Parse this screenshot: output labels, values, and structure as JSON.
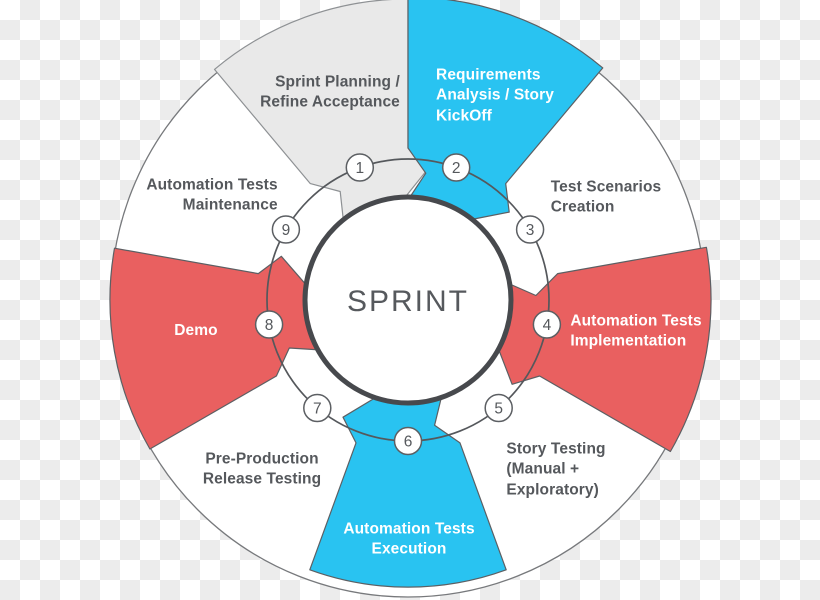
{
  "diagram": {
    "title": "Sprint testing cycle wheel",
    "center_label": "SPRINT",
    "colors": {
      "cyan": "#29c3f1",
      "red": "#e96060",
      "light_gray": "#e9e9e9",
      "white": "#ffffff",
      "line_dark": "#55585c",
      "outer_ring_line": "#77797c",
      "label_dark": "#55585c",
      "checker_gray": "#ececec"
    },
    "steps": [
      {
        "number": "1",
        "label": "Sprint Planning /\nRefine Acceptance",
        "segment_color": "#e9e9e9",
        "label_color": "#55585c"
      },
      {
        "number": "2",
        "label": "Requirements\nAnalysis / Story\nKickOff",
        "segment_color": "#29c3f1",
        "label_color": "#ffffff"
      },
      {
        "number": "3",
        "label": "Test Scenarios\nCreation",
        "segment_color": "#ffffff",
        "label_color": "#55585c"
      },
      {
        "number": "4",
        "label": "Automation Tests\nImplementation",
        "segment_color": "#e96060",
        "label_color": "#ffffff"
      },
      {
        "number": "5",
        "label": "Story Testing\n(Manual +\nExploratory)",
        "segment_color": "#ffffff",
        "label_color": "#55585c"
      },
      {
        "number": "6",
        "label": "Automation Tests\nExecution",
        "segment_color": "#29c3f1",
        "label_color": "#ffffff"
      },
      {
        "number": "7",
        "label": "Pre-Production\nRelease Testing",
        "segment_color": "#ffffff",
        "label_color": "#55585c"
      },
      {
        "number": "8",
        "label": "Demo",
        "segment_color": "#e96060",
        "label_color": "#ffffff"
      },
      {
        "number": "9",
        "label": "Automation Tests\nMaintenance",
        "segment_color": "#ffffff",
        "label_color": "#55585c"
      }
    ]
  }
}
